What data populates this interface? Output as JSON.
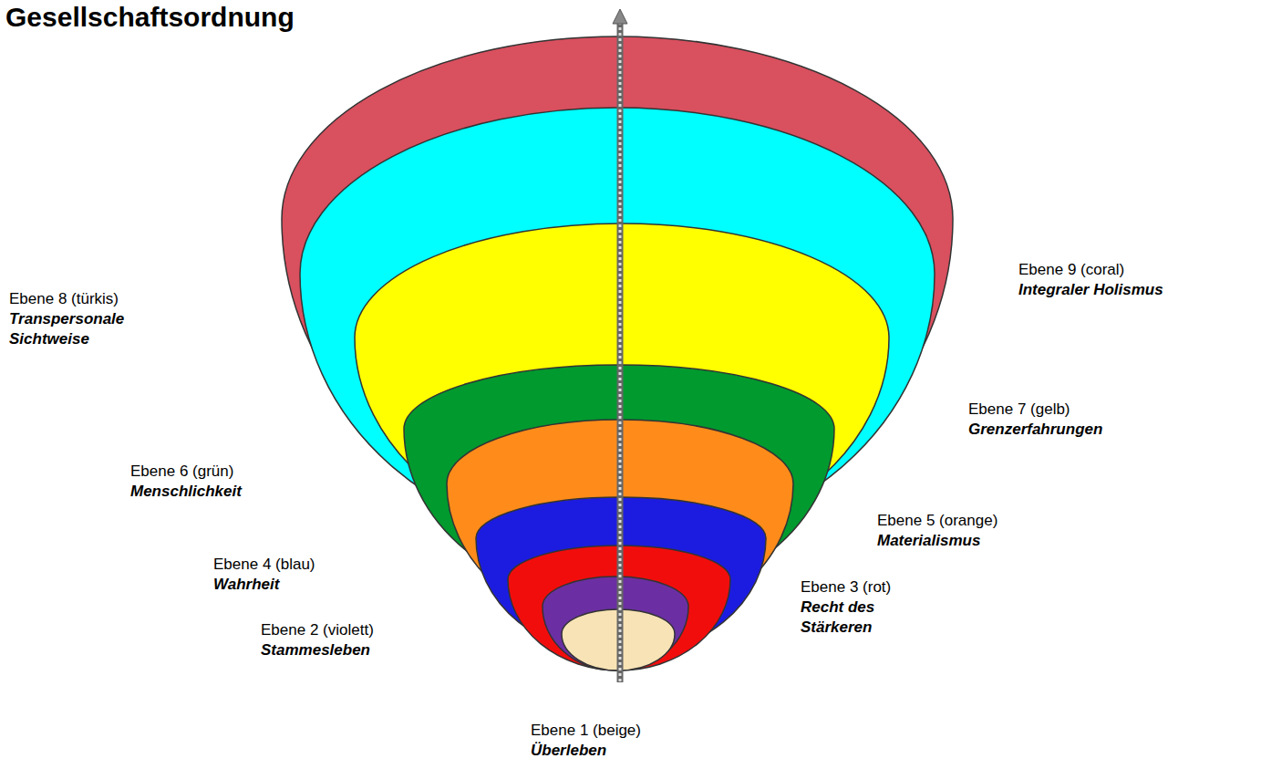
{
  "diagram": {
    "title": "Gesellschaftsordnung",
    "labels": [
      "Ebene 9 (coral)",
      "Integraler Holismus",
      "Ebene 8 (türkis)",
      "Transpersonale Sichtweise",
      "Ebene 7 (gelb)",
      "Grenzerfahrungen",
      "Ebene 6 (grün)",
      "Menschlichkeit",
      "Ebene 5 (orange)",
      "Materialismus",
      "Ebene 4 (blau)",
      "Wahrheit",
      "Ebene 3 (rot)",
      "Recht des Stärkeren",
      "Ebene 2 (violett)",
      "Stammesleben",
      "Ebene 1 (beige)",
      "Überleben"
    ]
  }
}
